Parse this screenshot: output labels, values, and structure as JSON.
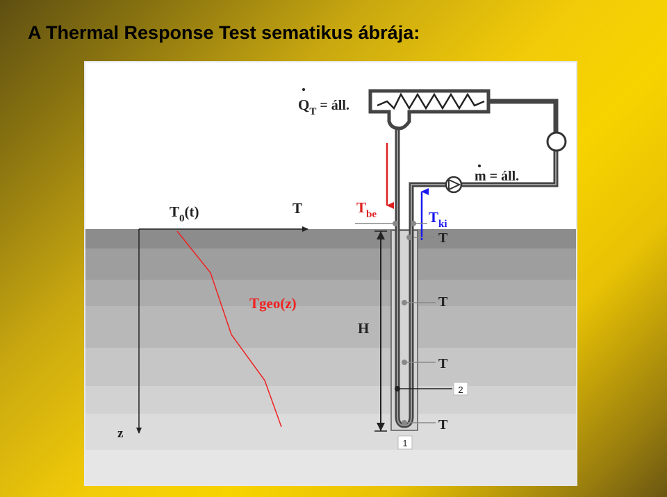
{
  "slide": {
    "title": "A Thermal Response Test sematikus ábrája:"
  },
  "diagram": {
    "heater_label": {
      "q": "Q",
      "sub": "T",
      "rest": " = áll."
    },
    "flow_label": {
      "m": "m",
      "rest": " = áll."
    },
    "axis_t0": {
      "main": "T",
      "sub": "0",
      "rest": "(t)"
    },
    "axis_t": "T",
    "axis_z": "z",
    "t_in": {
      "main": "T",
      "sub": "be"
    },
    "t_out": {
      "main": "T",
      "sub": "ki"
    },
    "geo_label": "Tgeo(z)",
    "depth_label": "H",
    "sensor_labels": [
      "T",
      "T",
      "T",
      "T"
    ],
    "marker_1": "1",
    "marker_2": "2",
    "colors": {
      "inflow": "#dd2020",
      "outflow": "#1a1aee",
      "profile": "#ee2222",
      "pipe": "#444444"
    }
  }
}
